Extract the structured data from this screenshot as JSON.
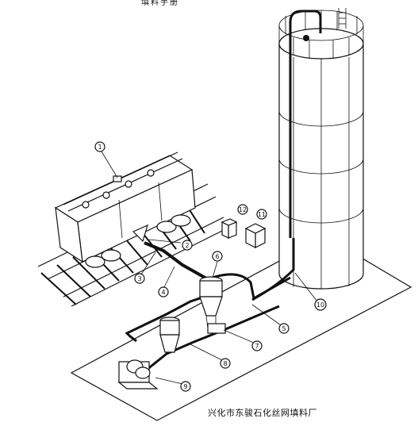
{
  "caption_top": "填料手册",
  "caption_bottom": "兴化市东骏石化丝网填料厂",
  "callouts": [
    {
      "id": "rail-hopper-car",
      "label": "1"
    },
    {
      "id": "car-outlet",
      "label": "2"
    },
    {
      "id": "rail-track",
      "label": "3"
    },
    {
      "id": "suction-hose",
      "label": "4"
    },
    {
      "id": "conveying-line",
      "label": "5"
    },
    {
      "id": "cyclone-separator",
      "label": "6"
    },
    {
      "id": "rotary-feeder",
      "label": "7"
    },
    {
      "id": "blower-line",
      "label": "8"
    },
    {
      "id": "blower-unit",
      "label": "9"
    },
    {
      "id": "silo-inlet-pipe",
      "label": "10"
    },
    {
      "id": "control-box-a",
      "label": "11"
    },
    {
      "id": "control-box-b",
      "label": "12"
    }
  ]
}
